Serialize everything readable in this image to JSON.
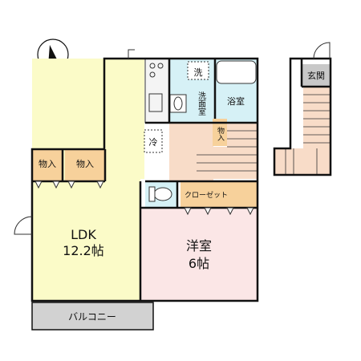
{
  "rooms": {
    "ldk": {
      "name": "LDK",
      "size": "12.2帖"
    },
    "western": {
      "name": "洋室",
      "size": "6帖"
    },
    "bath": {
      "name": "浴室"
    },
    "washroom": {
      "name": "洗面室"
    },
    "washer": {
      "name": "洗"
    },
    "fridge": {
      "name": "冷"
    },
    "closet": {
      "name": "クローゼット"
    },
    "storage_1": {
      "name": "物入"
    },
    "storage_2": {
      "name": "物入"
    },
    "storage_3": {
      "name": "物入"
    },
    "entrance": {
      "name": "玄関"
    },
    "balcony": {
      "name": "バルコニー"
    }
  },
  "colors": {
    "ldk": "#fbfbc8",
    "western": "#fbe6e6",
    "wet": "#d6f1f6",
    "storage": "#f7d19b",
    "stairs": "#f8dcc8",
    "corridor": "#f7dcc8",
    "toilet": "#d6f1f6",
    "balcony": "#d2d2d2",
    "entrance": "#c8c8c8",
    "wall": "#111111"
  },
  "icons": [
    "north-arrow-icon",
    "door-icon"
  ]
}
